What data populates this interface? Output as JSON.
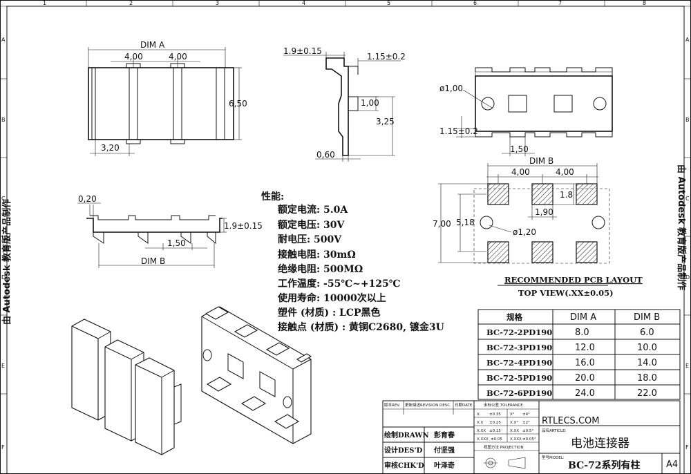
{
  "border": {
    "columns": [
      "1",
      "2",
      "3",
      "4",
      "5",
      "6",
      "7",
      "8"
    ],
    "rows": [
      "A",
      "B",
      "C",
      "D",
      "E",
      "F"
    ]
  },
  "side_watermark": "由 Autodesk 教育版产品制作",
  "top_view": {
    "dim_a": "DIM A",
    "pitch_1": "4,00",
    "pitch_2": "4,00",
    "height": "6,50",
    "width": "3,20"
  },
  "side_view": {
    "top": "1.9±0.15",
    "top_right": "1.15±0.2",
    "mid": "1,00",
    "height": "3,25",
    "bottom": "0,60"
  },
  "front_view": {
    "top": "0,20",
    "height": "1.9±0.15",
    "pitch": "1,50",
    "dim_b": "DIM B"
  },
  "bottom_view": {
    "hole": "ø1,00",
    "offset": "1.15±0.2",
    "pitch": "1,50"
  },
  "pcb_layout": {
    "dim_b": "DIM B",
    "pitch_1": "4,00",
    "pitch_2": "4,00",
    "pad_height": "1.8",
    "pad_width": "1,90",
    "height": "7,00",
    "hole_offset": "5,18",
    "hole": "ø1,20",
    "title": "RECOMMENDED PCB LAYOUT",
    "subtitle": "TOP VIEW(.XX±0.05)"
  },
  "specs": {
    "heading": "性能:",
    "lines": [
      "额定电流: 5.0A",
      "额定电压: 30V",
      "耐电压: 500V",
      "接触电阻: 30mΩ",
      "绝缘电阻: 500MΩ",
      "工作温度: -55℃~+125℃",
      "使用寿命: 10000次以上",
      "塑件 (材质) : LCP黑色",
      "接触点 (材质) : 黄铜C2680, 镀金3U"
    ]
  },
  "dim_table": {
    "headers": [
      "规格",
      "DIM A",
      "DIM B"
    ],
    "rows": [
      [
        "BC-72-2PD190",
        "8.0",
        "6.0"
      ],
      [
        "BC-72-3PD190",
        "12.0",
        "10.0"
      ],
      [
        "BC-72-4PD190",
        "16.0",
        "14.0"
      ],
      [
        "BC-72-5PD190",
        "20.0",
        "18.0"
      ],
      [
        "BC-72-6PD190",
        "24.0",
        "22.0"
      ]
    ]
  },
  "title_block": {
    "rev_header": [
      "版本REV.",
      "更新描述REVISION DESC.",
      "日期DATE"
    ],
    "tolerance_header": [
      "未标公差 TOLERANCE"
    ],
    "tol_cells": [
      [
        "X.",
        "±0.35",
        "X°",
        "±4°"
      ],
      [
        "X.X",
        "±0.25",
        "X.X°",
        "±2°"
      ],
      [
        "X.XX",
        "±0.15",
        "X.XX",
        "±0.5°"
      ],
      [
        "X.XXX",
        "±0.05",
        "X.XXX",
        "±0.05°"
      ]
    ],
    "projection": "视图方法 PROJECTION",
    "drawn_label": "绘制DRAWN",
    "drawn_by": "彭育春",
    "designed_label": "设计DES'D",
    "designed_by": "付坚强",
    "checked_label": "审核CHK'D",
    "checked_by": "叶泽奇",
    "company": "RTLECS.COM",
    "article_label": "品名ARTICLE:",
    "article": "电池连接器",
    "model_label": "型号MODEL:",
    "model": "BC-72系列有柱",
    "size": "A4"
  }
}
